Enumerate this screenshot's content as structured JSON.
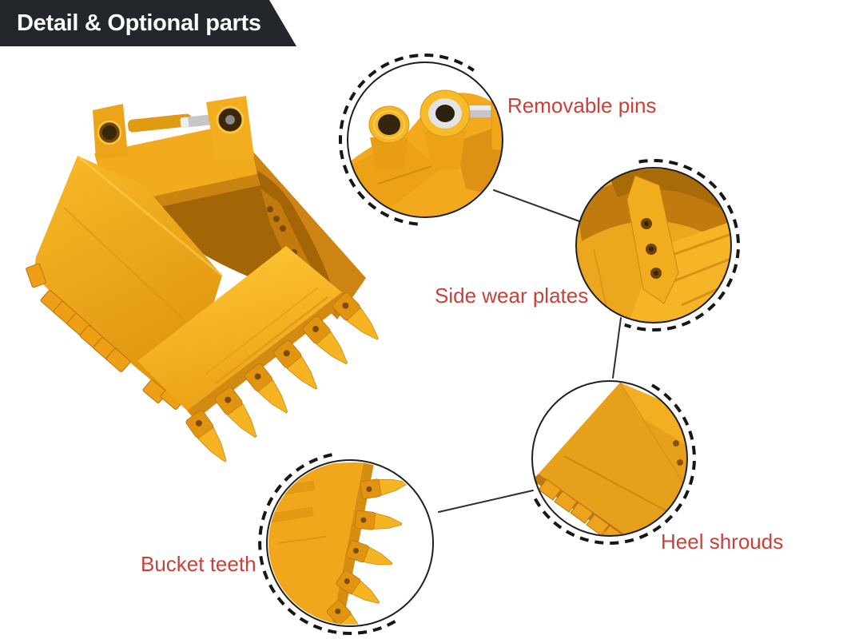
{
  "header": {
    "title": "Detail & Optional parts"
  },
  "callouts": [
    {
      "id": "removable-pins",
      "label": "Removable pins"
    },
    {
      "id": "side-wear-plates",
      "label": "Side wear plates"
    },
    {
      "id": "heel-shrouds",
      "label": "Heel shrouds"
    },
    {
      "id": "bucket-teeth",
      "label": "Bucket teeth"
    }
  ],
  "colors": {
    "banner_bg": "#23272b",
    "banner_text": "#ffffff",
    "label_red": "#c8413a",
    "callout_outline": "#1f1f1f",
    "callout_dash": "#161616",
    "connector_line": "#2e2e2e",
    "bucket_yellow": "#f3a81c",
    "bucket_highlight": "#ffd35a",
    "bucket_shadow": "#a46507",
    "chrome_pin": "#c6c6c6",
    "background": "#ffffff"
  }
}
